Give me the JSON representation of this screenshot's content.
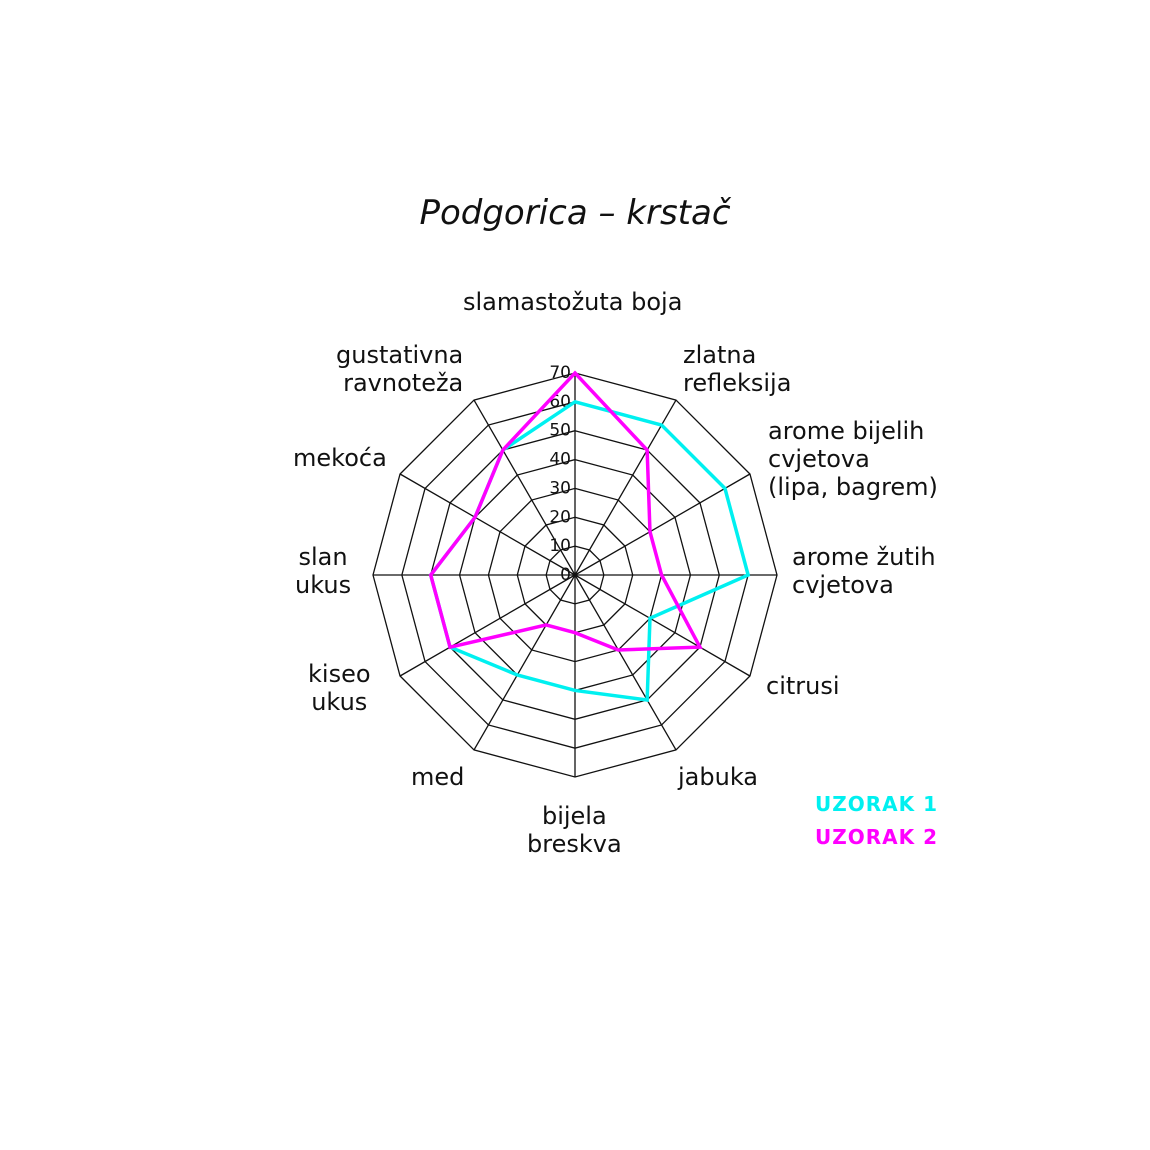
{
  "chart_data": {
    "type": "radar",
    "title": "Podgorica – krstač",
    "axes": [
      "slamastožuta boja",
      "zlatna\nrefleksija",
      "arome bijelih\ncvjetova\n(lipa, bagrem)",
      "arome žutih\ncvjetova",
      "citrusi",
      "jabuka",
      "bijela\nbreskva",
      "med",
      "kiseo\nukus",
      "slan\nukus",
      "mekoća",
      "gustativna\nravnoteža"
    ],
    "rlim": [
      0,
      70
    ],
    "ticks": [
      "0",
      "10",
      "20",
      "30",
      "40",
      "50",
      "60",
      "70"
    ],
    "series": [
      {
        "name": "UZORAK 1",
        "color": "#00f0f0",
        "values": [
          60,
          60,
          60,
          60,
          30,
          50,
          40,
          40,
          50,
          50,
          40,
          50
        ]
      },
      {
        "name": "UZORAK 2",
        "color": "#ff00ff",
        "values": [
          70,
          50,
          30,
          30,
          50,
          30,
          20,
          20,
          50,
          50,
          40,
          50
        ]
      }
    ],
    "legend": "bottom-right"
  }
}
